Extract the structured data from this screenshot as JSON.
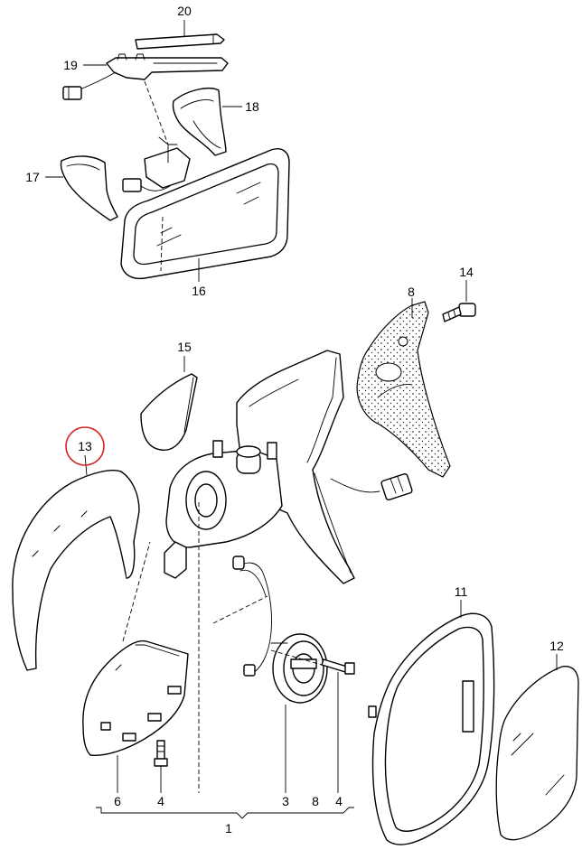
{
  "callouts": [
    {
      "id": "c20",
      "text": "20"
    },
    {
      "id": "c19",
      "text": "19"
    },
    {
      "id": "c18",
      "text": "18"
    },
    {
      "id": "c17",
      "text": "17"
    },
    {
      "id": "c16",
      "text": "16"
    },
    {
      "id": "c14",
      "text": "14"
    },
    {
      "id": "c8a",
      "text": "8"
    },
    {
      "id": "c15",
      "text": "15"
    },
    {
      "id": "c13",
      "text": "13"
    },
    {
      "id": "c11",
      "text": "11"
    },
    {
      "id": "c12",
      "text": "12"
    },
    {
      "id": "c6",
      "text": "6"
    },
    {
      "id": "c4a",
      "text": "4"
    },
    {
      "id": "c3",
      "text": "3"
    },
    {
      "id": "c8b",
      "text": "8"
    },
    {
      "id": "c4b",
      "text": "4"
    },
    {
      "id": "c1",
      "text": "1"
    }
  ],
  "highlight": {
    "label": "13",
    "color": "#d42020"
  }
}
